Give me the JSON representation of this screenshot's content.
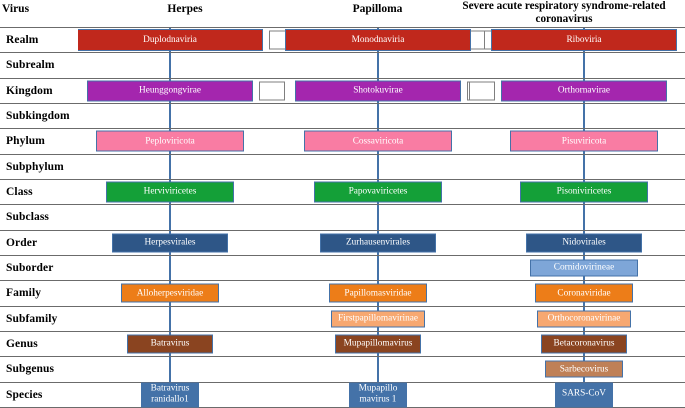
{
  "headers": {
    "row_label_header": "Virus",
    "columns": [
      {
        "name": "herpes",
        "label": "Herpes"
      },
      {
        "name": "papilloma",
        "label": "Papilloma"
      },
      {
        "name": "sars",
        "label": "Severe acute respiratory syndrome-related coronavirus"
      }
    ]
  },
  "colors": {
    "realm": "#c0281c",
    "kingdom": "#a426ae",
    "phylum": "#f97ca3",
    "class": "#14a038",
    "order": "#2e5687",
    "suborder": "#7ea6d8",
    "family": "#ed7d18",
    "subfamily": "#f7a871",
    "genus": "#8a4420",
    "subgenus": "#bf8057",
    "species": "#4472a8",
    "connector_line": "#4472a8",
    "table_line": "#6b6b6b"
  },
  "ranks": [
    {
      "key": "realm",
      "label": "Realm",
      "herpes": "Duplodnaviria",
      "papilloma": "Monodnaviria",
      "sars": "Riboviria"
    },
    {
      "key": "subrealm",
      "label": "Subrealm",
      "herpes": "",
      "papilloma": "",
      "sars": ""
    },
    {
      "key": "kingdom",
      "label": "Kingdom",
      "herpes": "Heunggongvirae",
      "papilloma": "Shotokuvirae",
      "sars": "Orthornavirae"
    },
    {
      "key": "subkingdom",
      "label": "Subkingdom",
      "herpes": "",
      "papilloma": "",
      "sars": ""
    },
    {
      "key": "phylum",
      "label": "Phylum",
      "herpes": "Peploviricota",
      "papilloma": "Cossaviricota",
      "sars": "Pisuviricota"
    },
    {
      "key": "subphylum",
      "label": "Subphylum",
      "herpes": "",
      "papilloma": "",
      "sars": ""
    },
    {
      "key": "class",
      "label": "Class",
      "herpes": "Herviviricetes",
      "papilloma": "Papovaviricetes",
      "sars": "Pisoniviricetes"
    },
    {
      "key": "subclass",
      "label": "Subclass",
      "herpes": "",
      "papilloma": "",
      "sars": ""
    },
    {
      "key": "order",
      "label": "Order",
      "herpes": "Herpesvirales",
      "papilloma": "Zurhausenvirales",
      "sars": "Nidovirales"
    },
    {
      "key": "suborder",
      "label": "Suborder",
      "herpes": "",
      "papilloma": "",
      "sars": "Cornidovirineae"
    },
    {
      "key": "family",
      "label": "Family",
      "herpes": "Alloherpesviridae",
      "papilloma": "Papillomasviridae",
      "sars": "Coronaviridae"
    },
    {
      "key": "subfamily",
      "label": "Subfamily",
      "herpes": "",
      "papilloma": "Firstpapillomavirinae",
      "sars": "Orthocoronavirinae"
    },
    {
      "key": "genus",
      "label": "Genus",
      "herpes": "Batravirus",
      "papilloma": "Mupapillomavirus",
      "sars": "Betacoronavirus"
    },
    {
      "key": "subgenus",
      "label": "Subgenus",
      "herpes": "",
      "papilloma": "",
      "sars": "Sarbecovirus"
    },
    {
      "key": "species",
      "label": "Species",
      "herpes": "Batravirus ranidallo1",
      "papilloma": "Mupapillo mavirus 1",
      "sars": "SARS-CoV"
    }
  ]
}
